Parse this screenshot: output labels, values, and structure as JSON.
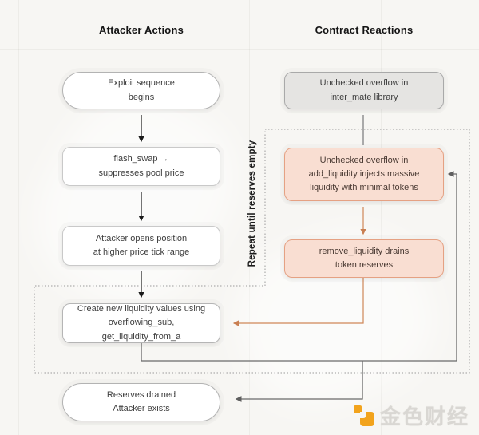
{
  "headers": {
    "left": "Attacker Actions",
    "right": "Contract Reactions"
  },
  "nodes": {
    "exploit_sequence": {
      "line1": "Exploit sequence",
      "line2": "begins"
    },
    "flash_swap": {
      "line1": "flash_swap  →",
      "line2": "suppresses pool price"
    },
    "attacker_opens": {
      "line1": "Attacker opens position",
      "line2": "at higher price tick range"
    },
    "create_liquidity": {
      "line1": "Create new liquidity values using",
      "line2": "overflowing_sub, get_liquidity_from_a"
    },
    "reserves_drained": {
      "line1": "Reserves drained",
      "line2": "Attacker exists"
    },
    "inter_mate": {
      "line1": "Unchecked overflow in",
      "line2": "inter_mate library"
    },
    "add_liquidity": {
      "line1": "Unchecked overflow in",
      "line2": "add_liquidity injects massive",
      "line3": "liquidity with minimal tokens"
    },
    "remove_liquidity": {
      "line1": "remove_liquidity drains",
      "line2": "token reserves"
    }
  },
  "loop_region": {
    "label": "Repeat until reserves empty"
  },
  "watermark": {
    "text": "金色财经",
    "icon": "jinse-logo-icon"
  },
  "colors": {
    "background": "#f7f6f3",
    "pink_fill": "#f9ded2",
    "pink_border": "#e5a183",
    "gray_fill": "#e5e4e2",
    "gray_border": "#a9a9a9",
    "orange_connector": "#cf8757",
    "gray_connector": "#6a6a6a",
    "black_connector": "#1a1a1a",
    "dotted_border": "#9b9b9b",
    "logo_orange": "#f2a31c"
  }
}
